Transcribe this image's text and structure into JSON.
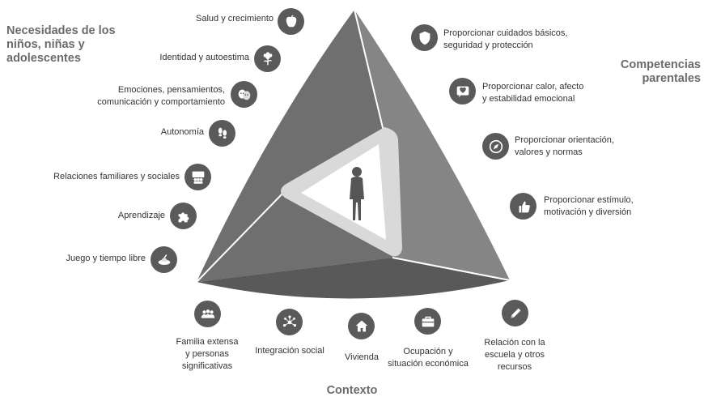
{
  "headings": {
    "needs": [
      "Necesidades de los",
      "niños, niñas y",
      "adolescentes"
    ],
    "competencies": [
      "Competencias",
      "parentales"
    ],
    "context": "Contexto"
  },
  "needs_items": [
    {
      "lines": [
        "Salud y crecimiento"
      ],
      "icon": "apple-icon"
    },
    {
      "lines": [
        "Identidad y autoestima"
      ],
      "icon": "flower-icon"
    },
    {
      "lines": [
        "Emociones, pensamientos,",
        "comunicación y comportamiento"
      ],
      "icon": "masks-icon"
    },
    {
      "lines": [
        "Autonomía"
      ],
      "icon": "footprints-icon"
    },
    {
      "lines": [
        "Relaciones familiares y sociales"
      ],
      "icon": "people-board-icon"
    },
    {
      "lines": [
        "Aprendizaje"
      ],
      "icon": "puzzle-icon"
    },
    {
      "lines": [
        "Juego y tiempo libre"
      ],
      "icon": "toy-icon"
    }
  ],
  "competency_items": [
    {
      "lines": [
        "Proporcionar cuidados básicos,",
        "seguridad y protección"
      ],
      "icon": "shield-icon"
    },
    {
      "lines": [
        "Proporcionar calor, afecto",
        "y estabilidad emocional"
      ],
      "icon": "heart-message-icon"
    },
    {
      "lines": [
        "Proporcionar orientación,",
        "valores y normas"
      ],
      "icon": "compass-icon"
    },
    {
      "lines": [
        "Proporcionar estímulo,",
        "motivación y diversión"
      ],
      "icon": "thumbs-up-icon"
    }
  ],
  "context_items": [
    {
      "lines": [
        "Familia extensa",
        "y personas",
        "significativas"
      ],
      "icon": "family-icon"
    },
    {
      "lines": [
        "Integración social"
      ],
      "icon": "network-icon"
    },
    {
      "lines": [
        "Vivienda"
      ],
      "icon": "house-icon"
    },
    {
      "lines": [
        "Ocupación y",
        "situación económica"
      ],
      "icon": "briefcase-icon"
    },
    {
      "lines": [
        "Relación con la",
        "escuela y otros",
        "recursos"
      ],
      "icon": "pencil-icon"
    }
  ],
  "colors": {
    "left_face": "#6f6f6f",
    "right_face": "#858585",
    "bottom_face": "#595959",
    "icon_bg": "#5a5a5a",
    "heading": "#6b6b6b"
  },
  "center_icon": "child-icon"
}
